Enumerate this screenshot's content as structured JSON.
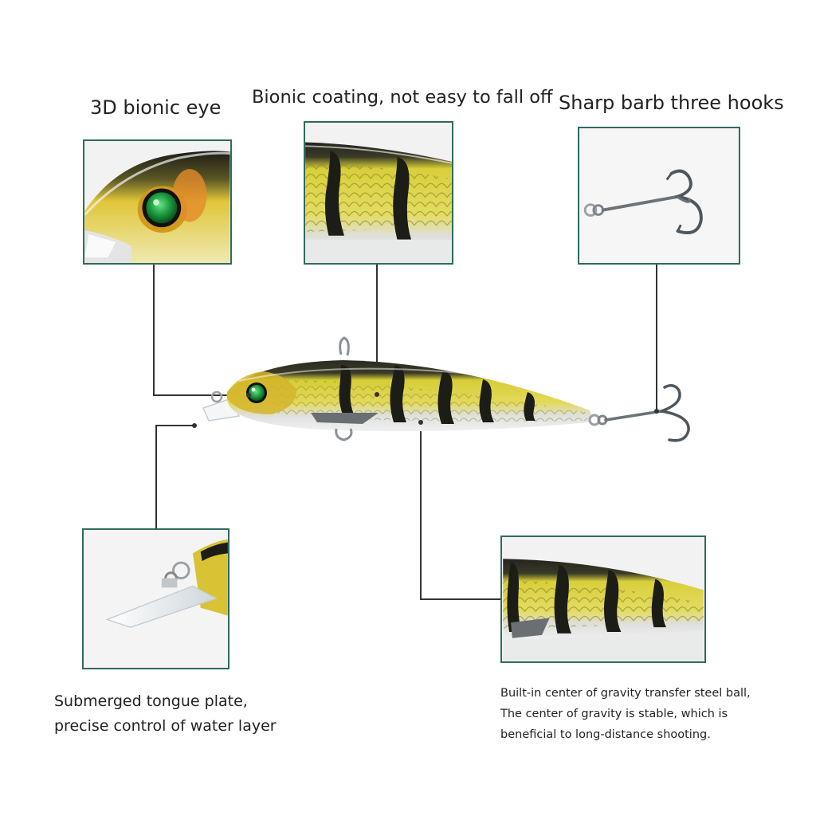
{
  "callouts": {
    "eye": "3D bionic eye",
    "coating": "Bionic coating, not easy to fall off",
    "hooks": "Sharp barb three hooks",
    "tongue_line1": "Submerged tongue plate,",
    "tongue_line2": "precise control of water layer",
    "ball_line1": "Built-in center of gravity transfer steel ball,",
    "ball_line2": "The center of gravity is stable, which is",
    "ball_line3": "beneficial to long-distance shooting."
  },
  "colors": {
    "panel_border": "#2f6b5e",
    "lure_yellow": "#c9c22a",
    "lure_stripe": "#1d1d17",
    "lure_belly": "#e6e8e8",
    "eye_green": "#1a9a3c",
    "leader_line": "#333333"
  }
}
